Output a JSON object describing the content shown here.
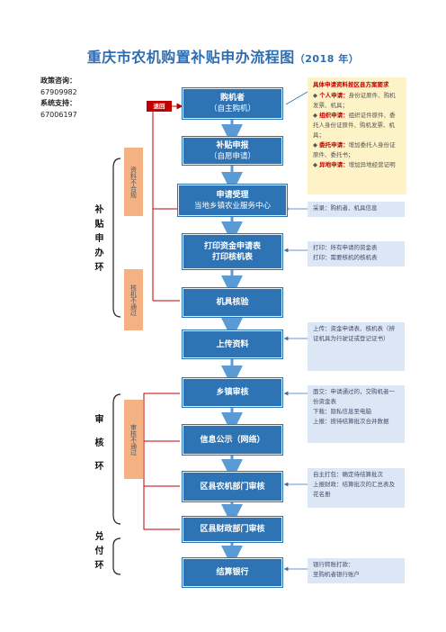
{
  "title": {
    "main": "重庆市农机购置补贴申办流程图",
    "year": "（2018 年）"
  },
  "contact": {
    "policy_label": "政策咨询：",
    "policy_phone": "67909982",
    "support_label": "系统支持：",
    "support_phone": "67006197"
  },
  "back_tag": "退回",
  "steps": [
    {
      "title": "购机者",
      "sub": "（自主购机）"
    },
    {
      "title": "补贴申报",
      "sub": "（自愿申请）"
    },
    {
      "title": "申请受理",
      "sub": "当地乡镇农业服务中心"
    },
    {
      "title": "打印资金申请表",
      "sub": "打印核机表"
    },
    {
      "title": "机具核验",
      "sub": ""
    },
    {
      "title": "上传资料",
      "sub": ""
    },
    {
      "title": "乡镇审核",
      "sub": ""
    },
    {
      "title": "信息公示（网络）",
      "sub": ""
    },
    {
      "title": "区县农机部门审核",
      "sub": ""
    },
    {
      "title": "区县财政部门审核",
      "sub": ""
    },
    {
      "title": "结算银行",
      "sub": ""
    }
  ],
  "requirements": {
    "heading": "具体申请资料按区县方案要求",
    "items": [
      {
        "key": "个人申请：",
        "text": "身份证原件、购机发票、机具；"
      },
      {
        "key": "组织申请：",
        "text": "组织证件原件、委托人身份证原件、购机发票、机具；"
      },
      {
        "key": "委托申请：",
        "text": "增加委托人身份证原件、委托书；"
      },
      {
        "key": "异地申请：",
        "text": "增加异地经营证明"
      }
    ]
  },
  "notes": [
    "采录：购机者、机具信息",
    "打印：所有申请的资金表\n打印：需要核机的核机表",
    "上传：资金申请表、核机表（辨证机具为行驶证或登记证书）",
    "面交：申请通过的，交购机者一份资金表\n下载：隐私信息至电脑\n上报：按待结算批次合并数据",
    "自主打包：确定待结算批次\n上报财政：结算批次的汇总表及花名册",
    "银行转账打款：\n至购机者银行账户"
  ],
  "rejections": [
    {
      "text": "资料不合规"
    },
    {
      "text": "核机不通过"
    },
    {
      "text": "审核不通过"
    }
  ],
  "phases": [
    {
      "label": "补贴申办环"
    },
    {
      "label": "审核环"
    },
    {
      "label": "兑付环"
    }
  ],
  "colors": {
    "step_fill": "#2e74b5",
    "arrow": "#5b9bd5",
    "note_fill": "#dbe7f5",
    "req_fill": "#fef3c6",
    "reject_fill": "#f4b183",
    "back_red": "#c00000",
    "title_blue": "#2f6db3"
  }
}
